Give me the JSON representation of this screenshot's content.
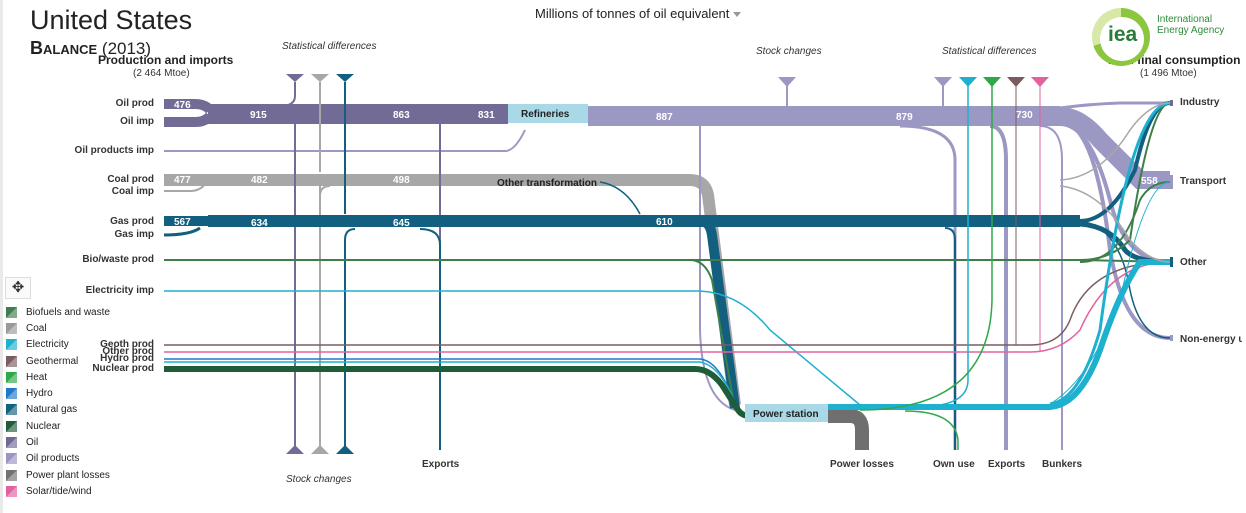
{
  "header": {
    "title": "United States",
    "subtitle_prefix": "Balance",
    "subtitle_year": "(2013)",
    "units": "Millions of tonnes of oil equivalent"
  },
  "logo": {
    "abbr": "iea",
    "line1": "International",
    "line2": "Energy Agency"
  },
  "left_header": {
    "title": "Production and imports",
    "total": "(2 464 Mtoe)"
  },
  "right_header": {
    "title": "Total final consumption",
    "total": "(1 496 Mtoe)"
  },
  "top_labels": {
    "stat_diff_left": "Statistical differences",
    "stock_changes_mid": "Stock  changes",
    "stat_diff_right": "Statistical differences"
  },
  "bottom_labels": {
    "stock_changes": "Stock changes",
    "exports_left": "Exports",
    "power_losses": "Power losses",
    "own_use": "Own use",
    "exports_right": "Exports",
    "bunkers": "Bunkers"
  },
  "sources": [
    "Oil prod",
    "Oil imp",
    "Oil products imp",
    "Coal prod",
    "Coal imp",
    "Gas prod",
    "Gas imp",
    "Bio/waste prod",
    "Electricity imp",
    "Geoth prod",
    "Other prod",
    "Hydro prod",
    "Nuclear prod"
  ],
  "nodes": {
    "refineries": "Refineries",
    "other_transformation": "Other transformation",
    "power_station": "Power station"
  },
  "consumption": [
    "Industry",
    "Transport",
    "Other",
    "Non-energy use"
  ],
  "flow_values": {
    "oil_prod": "476",
    "oil_1": "915",
    "oil_2": "863",
    "oil_3": "831",
    "products_1": "887",
    "products_2": "879",
    "products_3": "730",
    "transport": "558",
    "coal_prod": "477",
    "coal_1": "482",
    "coal_2": "498",
    "gas_prod": "567",
    "gas_1": "634",
    "gas_2": "645",
    "gas_3": "610"
  },
  "legend": [
    {
      "label": "Biofuels and waste",
      "color": "#3f7f4f"
    },
    {
      "label": "Coal",
      "color": "#9a9a9a"
    },
    {
      "label": "Electricity",
      "color": "#1eb0cf"
    },
    {
      "label": "Geothermal",
      "color": "#7b5c60"
    },
    {
      "label": "Heat",
      "color": "#2fa84a"
    },
    {
      "label": "Hydro",
      "color": "#1f78c8"
    },
    {
      "label": "Natural gas",
      "color": "#13607f"
    },
    {
      "label": "Nuclear",
      "color": "#1f5d3a"
    },
    {
      "label": "Oil",
      "color": "#6e6a94"
    },
    {
      "label": "Oil products",
      "color": "#9a95c2"
    },
    {
      "label": "Power plant losses",
      "color": "#737373"
    },
    {
      "label": "Solar/tide/wind",
      "color": "#e0629f"
    }
  ],
  "colors": {
    "oil": "#716b96",
    "oil_products": "#9c98c4",
    "coal": "#a7a7a7",
    "gas": "#135f80",
    "bio": "#3e7f49",
    "electricity": "#1eb0cf",
    "geothermal": "#7b5c60",
    "heat": "#2fa84a",
    "solar": "#e0629f",
    "hydro": "#1f78c8",
    "nuclear": "#1f5d3a",
    "losses": "#6f6f6f",
    "node_fill": "#a9d8e7"
  }
}
